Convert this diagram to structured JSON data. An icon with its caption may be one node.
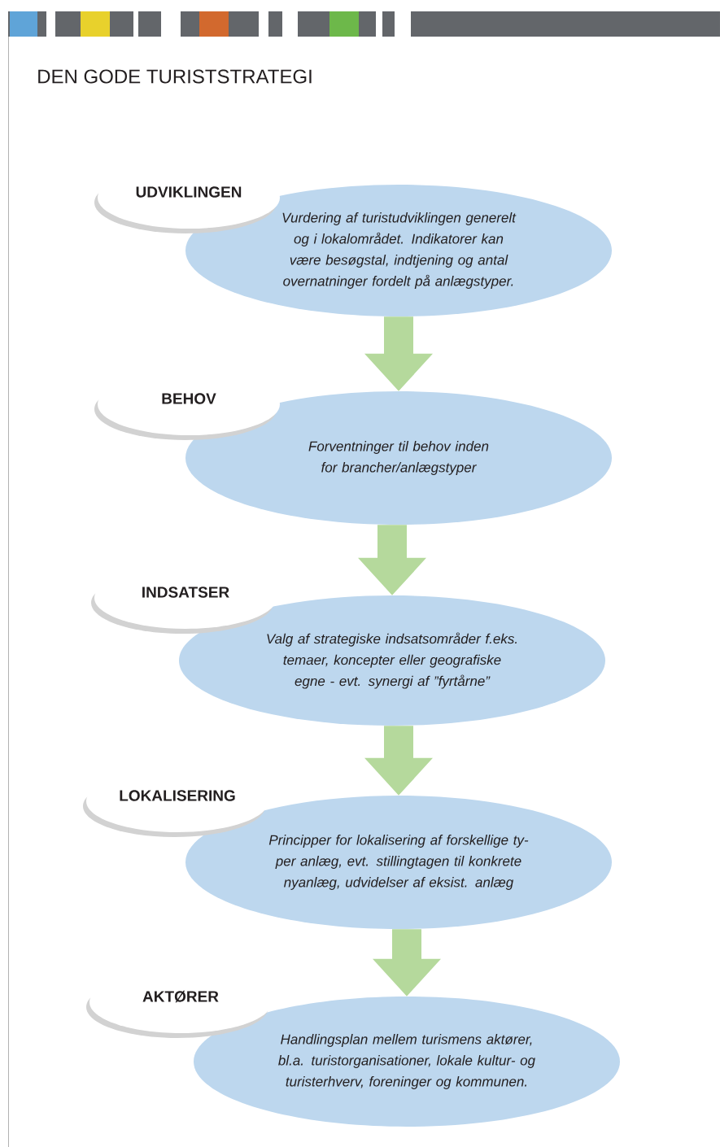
{
  "diagram": {
    "title": "DEN GODE TURISTSTRATEGI",
    "nodes": [
      {
        "text": [
          "UDVIKLINGEN"
        ]
      },
      {
        "text": [
          "Vurdering af turistudviklingen generelt og i lokalområdet. Indikatorer kan være besøgstal, indtjening og antal overnatninger fordelt på anlægstyper."
        ]
      },
      {
        "text": [
          "BEHOV"
        ]
      },
      {
        "text": [
          "Forventninger til behov inden for brancher/anlægstyper"
        ]
      },
      {
        "text": [
          "INDSATSER"
        ]
      },
      {
        "text": [
          "Valg af strategiske indsatsområder f.eks. temaer, koncepter eller geografiske egne - evt. synergi af ”fyrtårne”"
        ]
      },
      {
        "text": [
          "LOKALISERING"
        ]
      },
      {
        "text": [
          "Principper for lokalisering af forskellige ty- per anlæg, evt. stillingtagen til konkrete nyanlæg, udvidelser af eksist. anlæg"
        ]
      },
      {
        "text": [
          "AKTØRER"
        ]
      },
      {
        "text": [
          "Handlingsplan mellem turismens aktører, bl.a. turistorganisationer, lokale kultur- og turisterhverv, foreninger og kommunen."
        ]
      }
    ],
    "edges": [
      {
        "from": 1,
        "to": 3,
        "arrow": "to"
      },
      {
        "from": 3,
        "to": 5,
        "arrow": "to"
      },
      {
        "from": 5,
        "to": 7,
        "arrow": "to"
      },
      {
        "from": 7,
        "to": 9,
        "arrow": "to"
      }
    ]
  }
}
